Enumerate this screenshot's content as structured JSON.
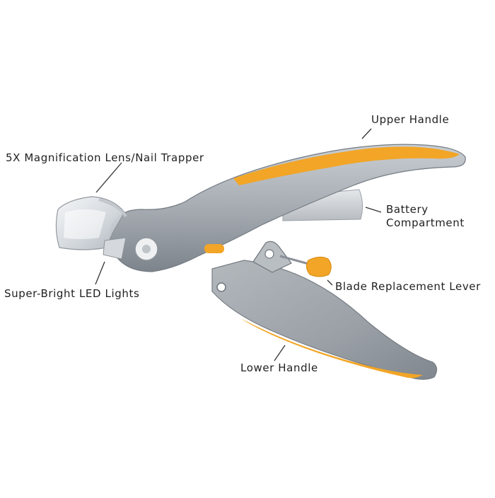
{
  "labels": {
    "upper_handle": "Upper Handle",
    "lens": "5X Magnification Lens/Nail Trapper",
    "battery_line1": "Battery",
    "battery_line2": "Compartment",
    "led": "Super-Bright LED Lights",
    "blade": "Blade Replacement Lever",
    "lower_handle": "Lower Handle"
  },
  "colors": {
    "body_gray": "#9ea4ab",
    "body_gray_light": "#c3c8cd",
    "body_gray_dark": "#6f767d",
    "accent_orange": "#f2a526",
    "leader_line": "#333333",
    "text": "#1f1f1f"
  }
}
